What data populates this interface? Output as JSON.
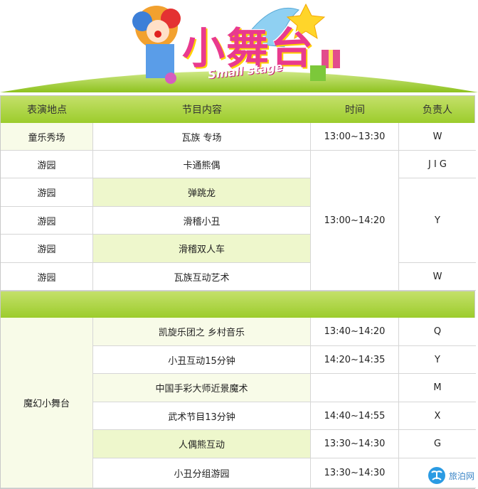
{
  "banner": {
    "title": "小舞台",
    "subtitle": "Small stage"
  },
  "table": {
    "headers": [
      "表演地点",
      "节目内容",
      "时间",
      "负责人"
    ],
    "section1": {
      "locations": [
        "童乐秀场",
        "游园",
        "游园",
        "游园",
        "游园",
        "游园"
      ],
      "programs": [
        "瓦族 专场",
        "卡通熊偶",
        "弹跳龙",
        "滑稽小丑",
        "滑稽双人车",
        "瓦族互动艺术"
      ],
      "times": [
        "13:00~13:30",
        "13:00~14:20"
      ],
      "persons": [
        "W",
        "J I G",
        "Y",
        "W"
      ]
    },
    "section2": {
      "location": "魔幻小舞台",
      "programs": [
        "凯旋乐团之 乡村音乐",
        "小丑互动15分钟",
        "中国手彩大师近景魔术",
        "武术节目13分钟",
        "人偶熊互动",
        "小丑分组游园"
      ],
      "times": [
        "13:40~14:20",
        "14:20~14:35",
        "",
        "14:40~14:55",
        "13:30~14:30",
        "13:30~14:30"
      ],
      "persons": [
        "Q",
        "Y",
        "M",
        "X",
        "G",
        ""
      ]
    }
  },
  "watermark": {
    "text": "旅泊网",
    "icon": "palm-tree-icon"
  }
}
